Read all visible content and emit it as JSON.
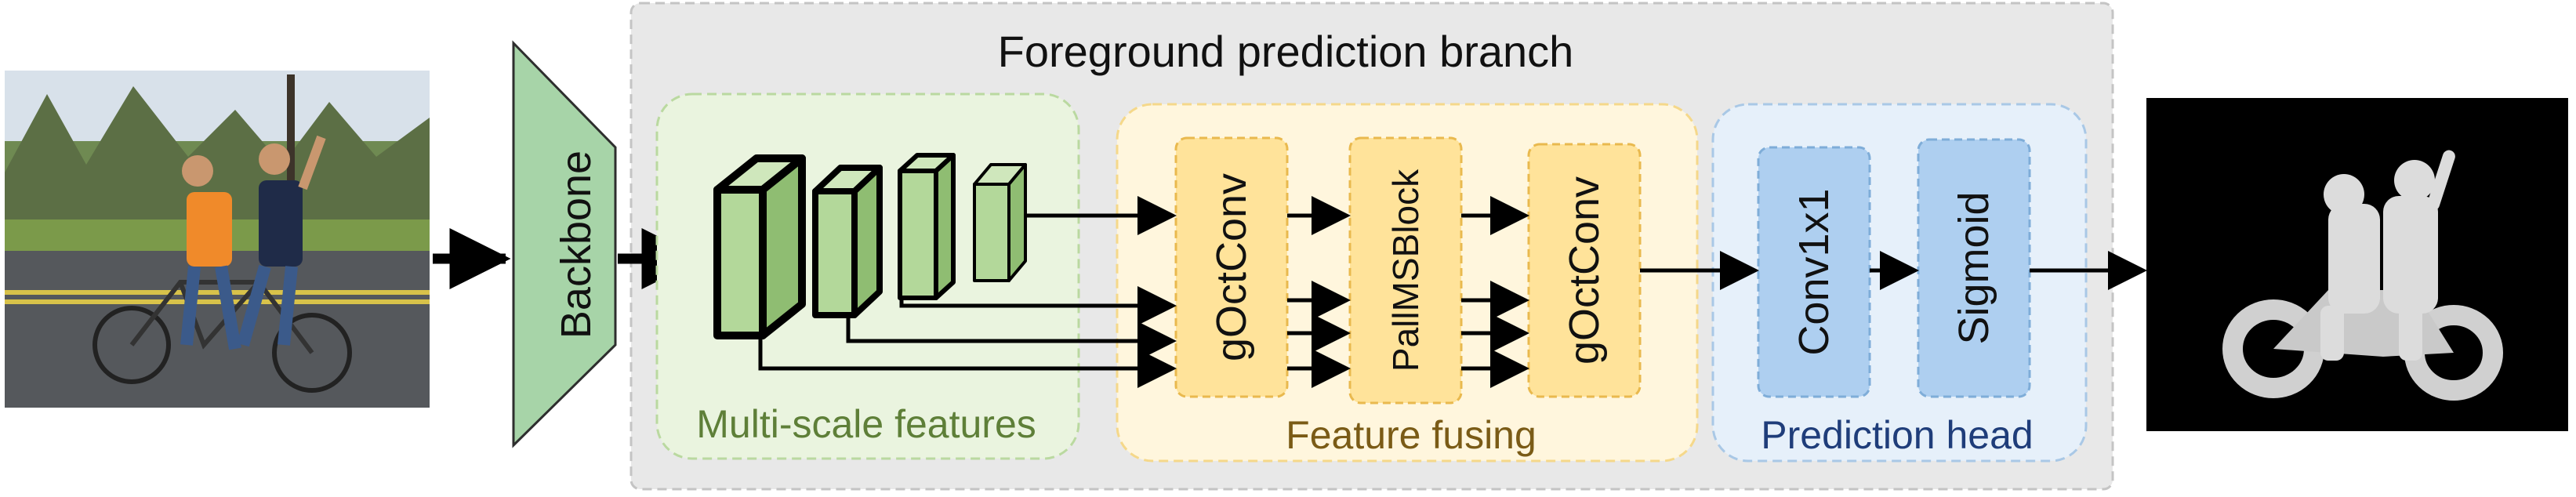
{
  "title": "Foreground prediction branch",
  "backbone_label": "Backbone",
  "groups": {
    "multiscale": "Multi-scale features",
    "fusing": "Feature fusing",
    "head": "Prediction head"
  },
  "blocks": {
    "goctconv_1": "gOctConv",
    "pallmsblock": "PallMSBlock",
    "goctconv_2": "gOctConv",
    "conv1x1": "Conv1x1",
    "sigmoid": "Sigmoid"
  },
  "colors": {
    "branch_bg": "#e8e8e8",
    "multiscale_bg": "#eaf4df",
    "fusing_bg": "#fff6dd",
    "head_bg": "#e6f0fa",
    "block_yellow": "#ffe39a",
    "block_blue": "#aecff0",
    "cube_green": "#b3d89a",
    "backbone_green": "#a7d4a8",
    "multiscale_text": "#5e7f38",
    "fusing_text": "#7a5b16",
    "head_text": "#1f3d7a"
  }
}
